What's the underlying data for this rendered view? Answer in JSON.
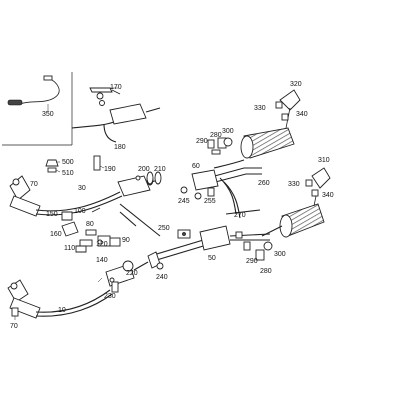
{
  "part_numbers": {
    "n10": "10",
    "n30": "30",
    "n50": "50",
    "n60": "60",
    "n70a": "70",
    "n70b": "70",
    "n80": "80",
    "n90": "90",
    "n100": "100",
    "n110": "110",
    "n120": "120",
    "n140": "140",
    "n150": "150",
    "n160": "160",
    "n170": "170",
    "n180": "180",
    "n190": "190",
    "n200": "200",
    "n210": "210",
    "n220": "220",
    "n230": "230",
    "n240": "240",
    "n245": "245",
    "n250": "250",
    "n255": "255",
    "n260": "260",
    "n270": "270",
    "n280a": "280",
    "n280b": "280",
    "n290a": "290",
    "n290b": "290",
    "n300a": "300",
    "n300b": "300",
    "n310": "310",
    "n320": "320",
    "n330a": "330",
    "n330b": "330",
    "n340a": "340",
    "n340b": "340",
    "n350": "350",
    "n500": "500",
    "n510": "510"
  }
}
